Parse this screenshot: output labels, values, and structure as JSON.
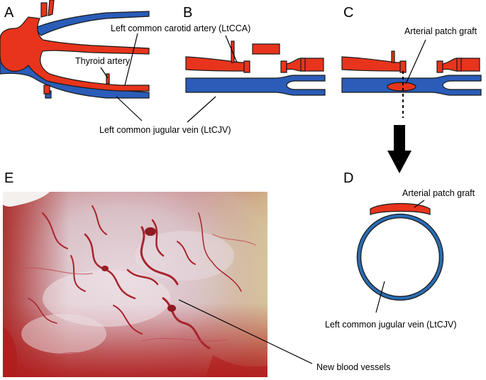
{
  "panels": {
    "a": {
      "letter": "A"
    },
    "b": {
      "letter": "B"
    },
    "c": {
      "letter": "C"
    },
    "d": {
      "letter": "D"
    },
    "e": {
      "letter": "E"
    }
  },
  "labels": {
    "lcca": "Left common carotid artery (LtCCA)",
    "thyroid": "Thyroid artery",
    "lcjv_top": "Left common jugular vein (LtCJV)",
    "patch_c": "Arterial patch graft",
    "patch_d": "Arterial patch graft",
    "lcjv_d": "Left common jugular vein (LtCJV)",
    "new_vessels": "New blood vessels"
  },
  "colors": {
    "artery": "#e8341c",
    "vein": "#2a5cb8",
    "tissue": "#d8b8b4",
    "blood": "#b81e24"
  }
}
